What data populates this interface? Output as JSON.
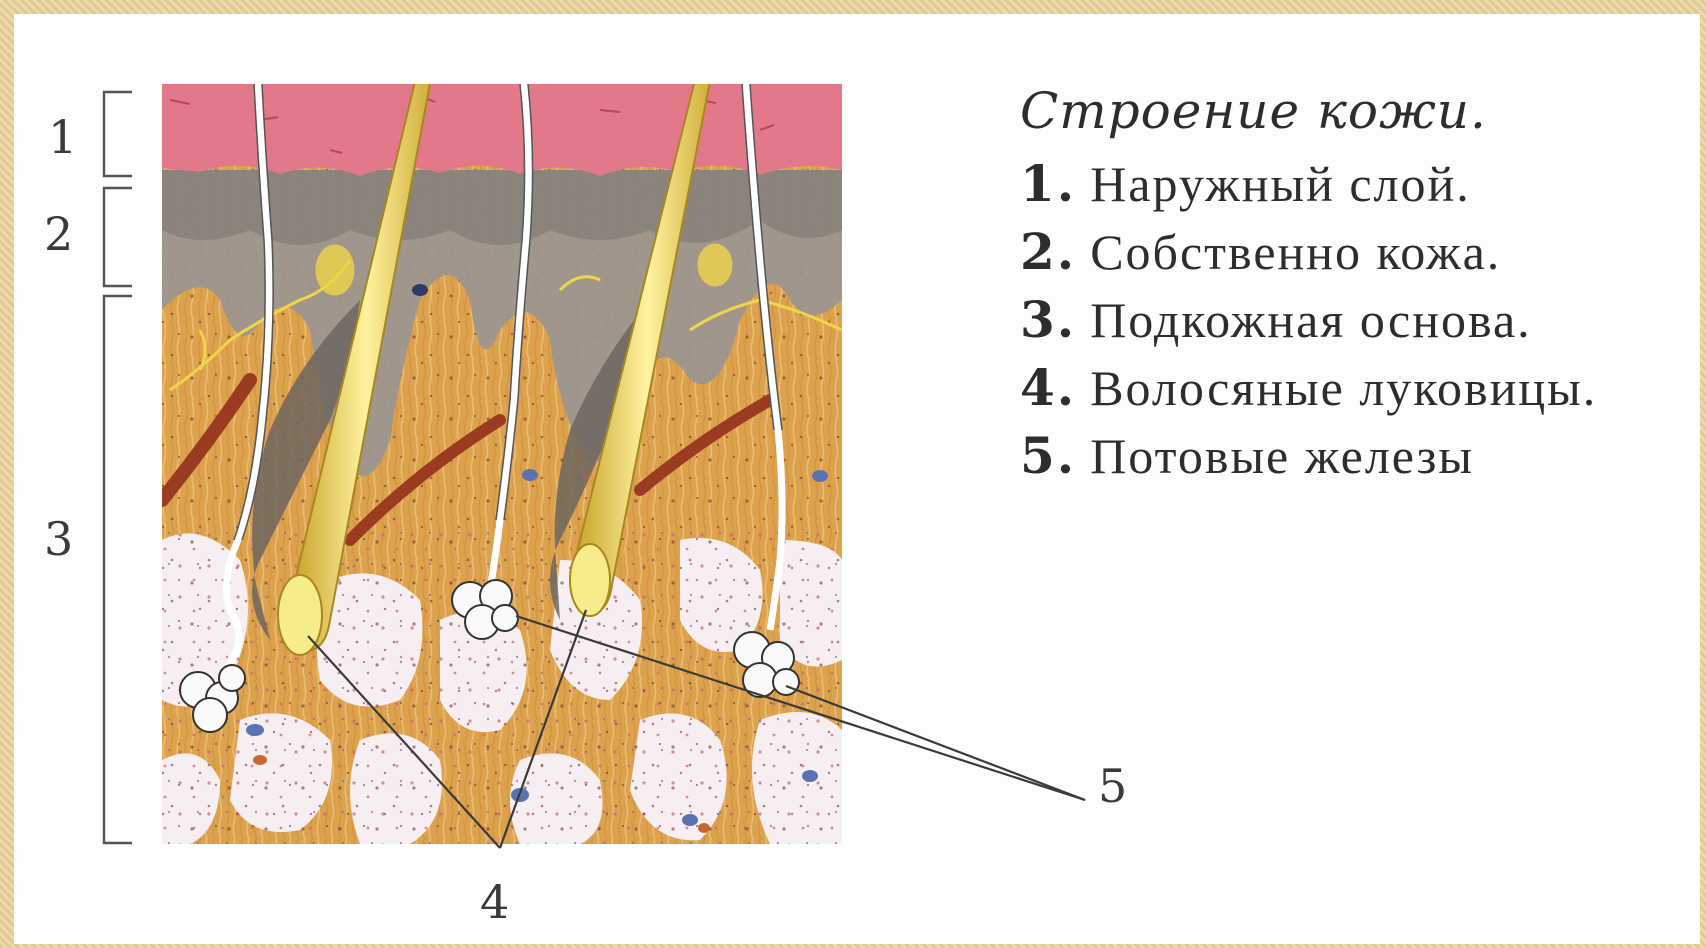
{
  "legend": {
    "title": "Строение кожи.",
    "items": [
      {
        "num": "1.",
        "text": "Наружный слой."
      },
      {
        "num": "2.",
        "text": "Собственно кожа."
      },
      {
        "num": "3.",
        "text": "Подкожная основа."
      },
      {
        "num": "4.",
        "text": "Волосяные луковицы."
      },
      {
        "num": "5.",
        "text": "Потовые железы"
      }
    ]
  },
  "labels": {
    "layer1": "1",
    "layer2": "2",
    "layer3": "3",
    "bulbs": "4",
    "glands": "5"
  },
  "colors": {
    "epidermis": "#e3788a",
    "dermis_gray": "#9a9590",
    "dermis_tan": "#dca24e",
    "fat": "#f6eef0",
    "hair": "#e8c94a",
    "vessel": "#9a3b22",
    "nerve": "#efd54a"
  }
}
